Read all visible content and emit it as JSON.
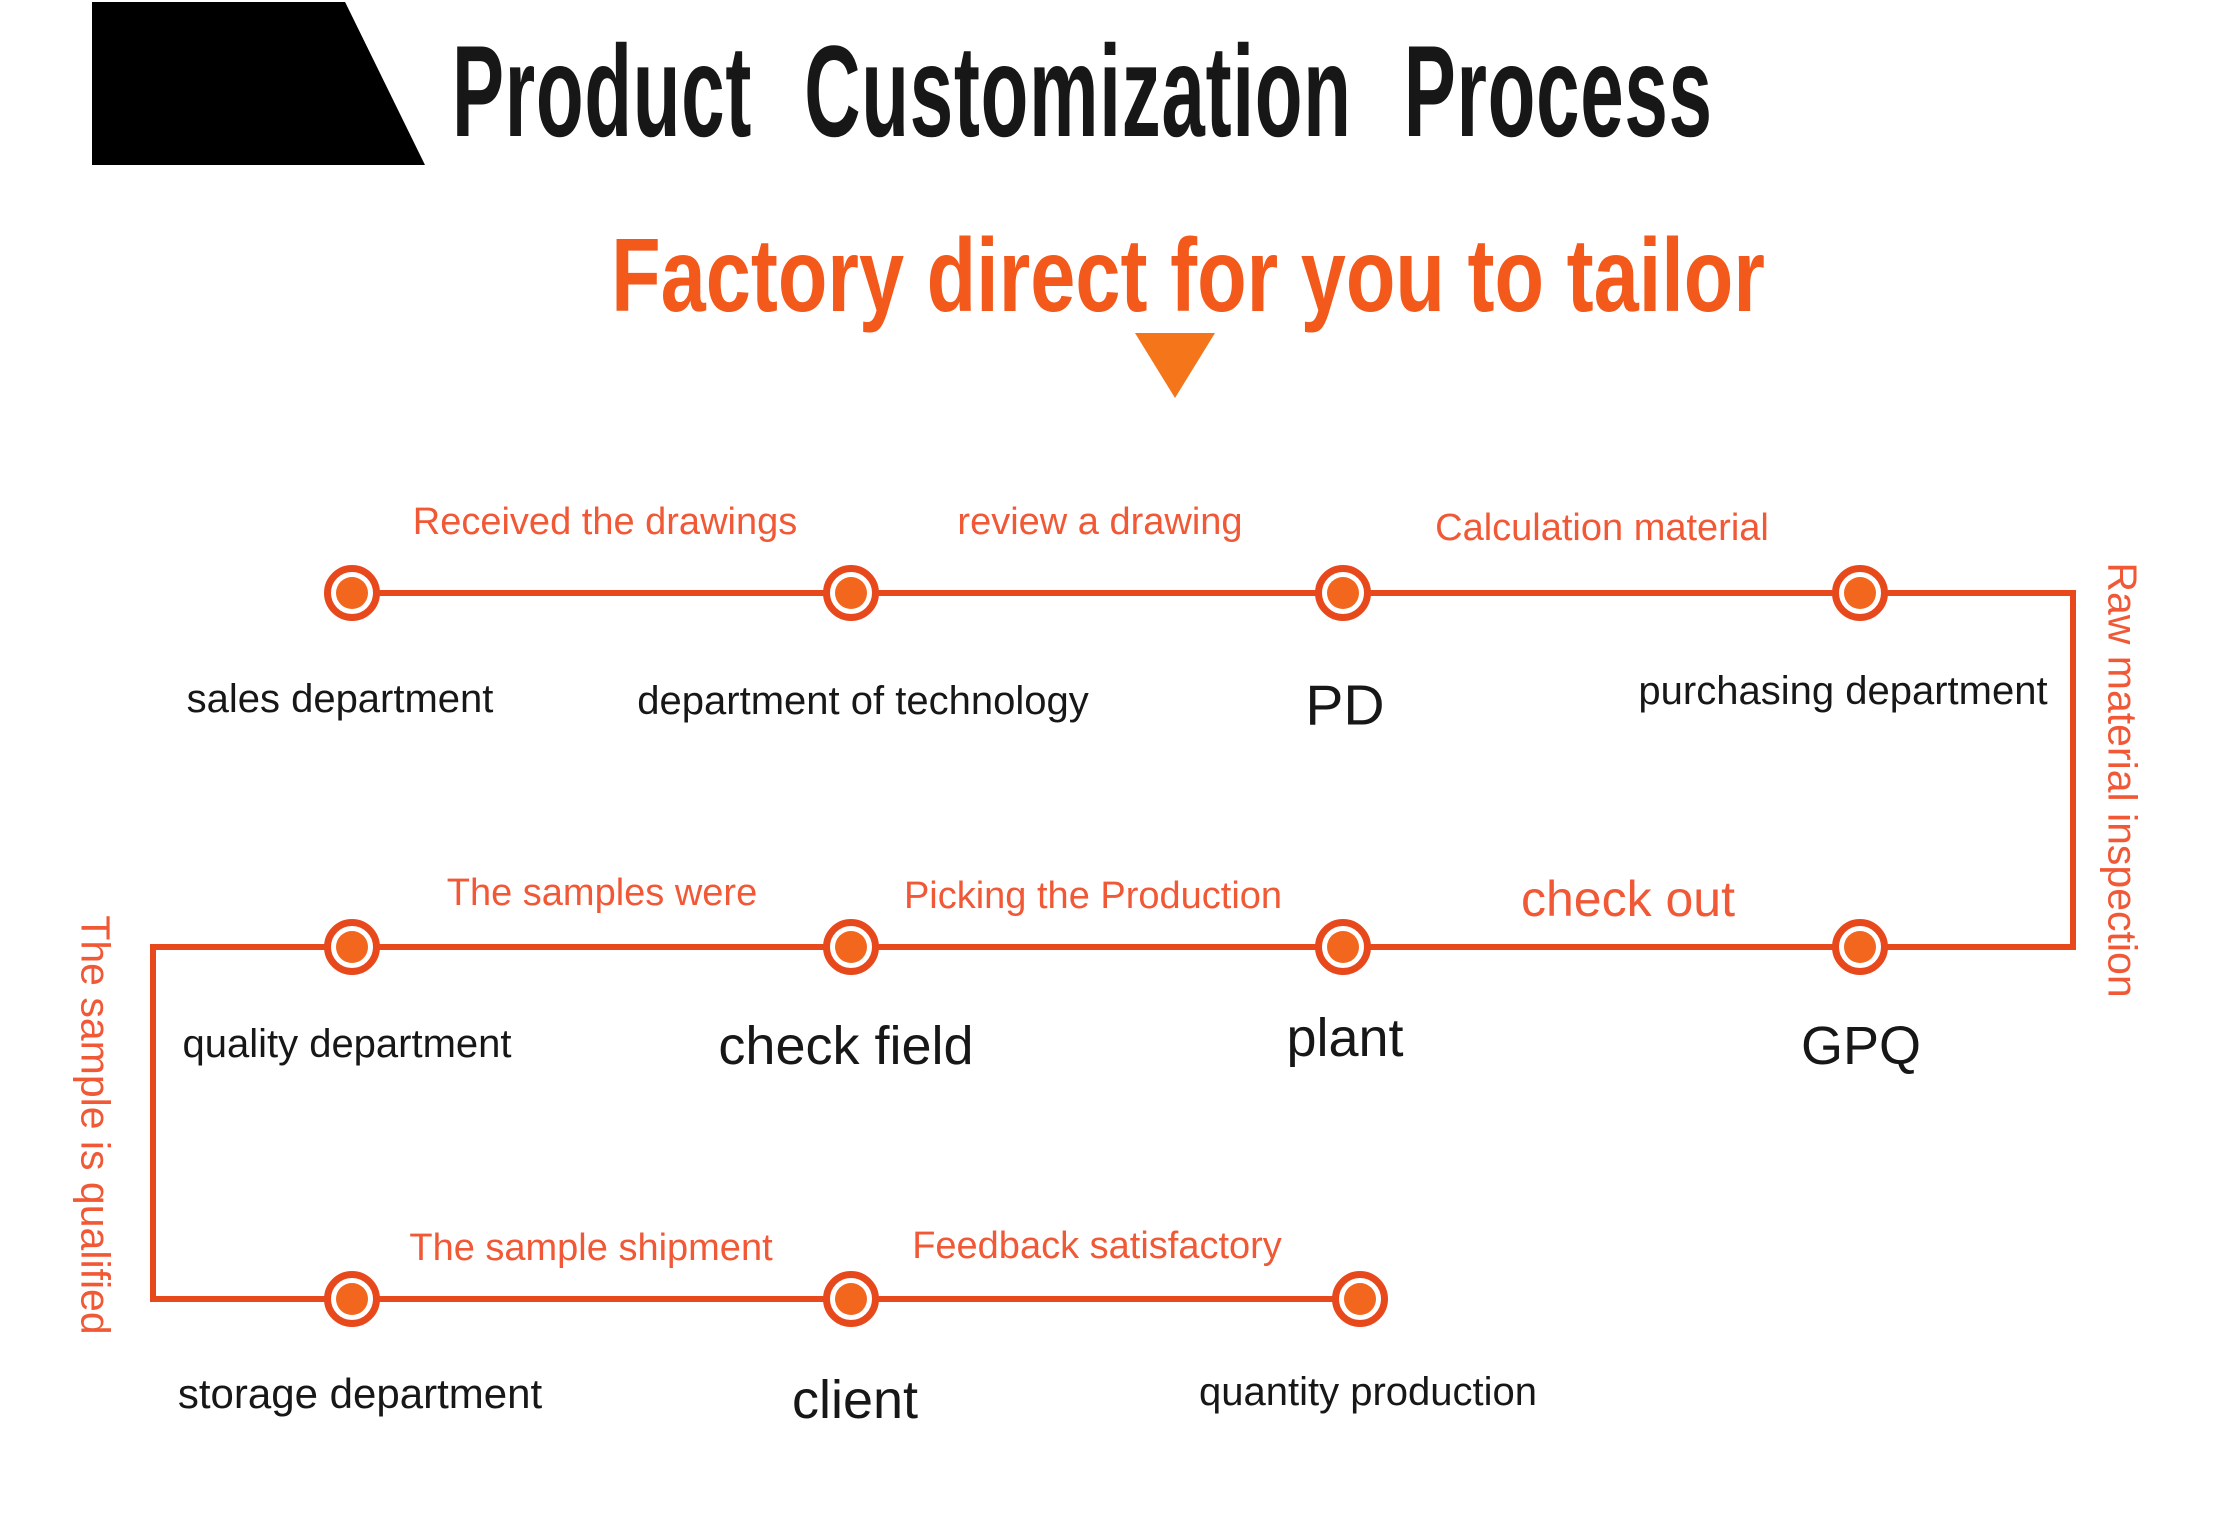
{
  "colors": {
    "line_orange": "#e8491c",
    "node_inner_orange": "#f2671d",
    "label_orange": "#f15836",
    "subtitle_orange": "#f2591b",
    "triangle_orange": "#f4751a",
    "text_black": "#171717"
  },
  "header": {
    "title": "Product Customization Process",
    "subtitle": "Factory direct for you to tailor"
  },
  "flow": {
    "row1": {
      "edges": [
        "Received the drawings",
        "review a drawing",
        "Calculation material"
      ],
      "nodes": [
        "sales department",
        "department of technology",
        "PD",
        "purchasing department"
      ]
    },
    "row2": {
      "edges": [
        "The samples were",
        "Picking the Production",
        "check out"
      ],
      "nodes": [
        "quality department",
        "check field",
        "plant",
        "GPQ"
      ]
    },
    "row3": {
      "edges": [
        "The sample shipment",
        "Feedback satisfactory"
      ],
      "nodes": [
        "storage department",
        "client",
        "quantity production"
      ]
    },
    "side": {
      "right": "Raw material inspection",
      "left": "The sample is qualified"
    }
  }
}
